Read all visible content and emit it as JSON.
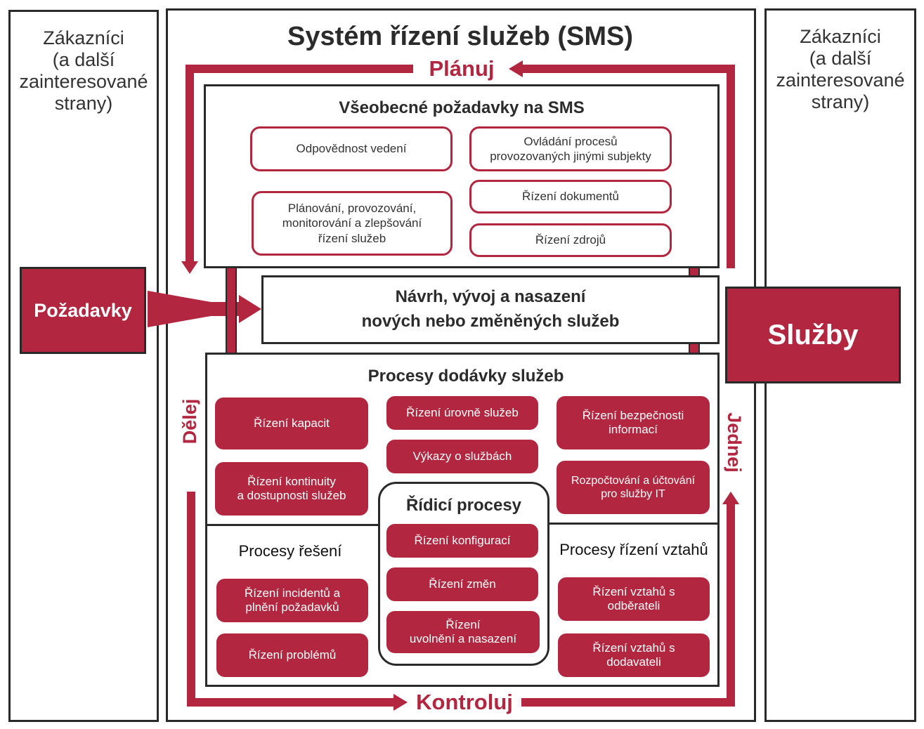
{
  "customers_left": "Zákazníci\n(a další\nzainteresované\nstrany)",
  "customers_right": "Zákazníci\n(a další\nzainteresované\nstrany)",
  "requirements": "Požadavky",
  "services": "Služby",
  "title": "Systém řízení služeb (SMS)",
  "cycle": {
    "plan": "Plánuj",
    "do": "Dělej",
    "check": "Kontroluj",
    "act": "Jednej"
  },
  "general": {
    "title": "Všeobecné požadavky na SMS",
    "items": [
      "Odpovědnost vedení",
      "Ovládání procesů\nprovozovaných jinými subjekty",
      "Plánování, provozování,\nmonitorování a zlepšování\nřízení služeb",
      "Řízení dokumentů",
      "Řízení zdrojů"
    ]
  },
  "design": "Návrh, vývoj a nasazení\nnových nebo změněných služeb",
  "delivery": {
    "title": "Procesy dodávky služeb",
    "items": [
      "Řízení kapacit",
      "Řízení úrovně služeb",
      "Řízení bezpečnosti\ninformací",
      "Výkazy o službách",
      "Řízení kontinuity\na dostupnosti služeb",
      "Rozpočtování a účtování\npro služby IT"
    ]
  },
  "control": {
    "title": "Řídicí procesy",
    "items": [
      "Řízení konfigurací",
      "Řízení změn",
      "Řízení\nuvolnění a nasazení"
    ]
  },
  "resolution": {
    "title": "Procesy řešení",
    "items": [
      "Řízení incidentů a\nplnění požadavků",
      "Řízení problémů"
    ]
  },
  "relationship": {
    "title": "Procesy řízení vztahů",
    "items": [
      "Řízení vztahů s\nodběrateli",
      "Řízení vztahů s\ndodavateli"
    ]
  },
  "colors": {
    "accent": "#b3263f",
    "border": "#2a2a2a"
  }
}
